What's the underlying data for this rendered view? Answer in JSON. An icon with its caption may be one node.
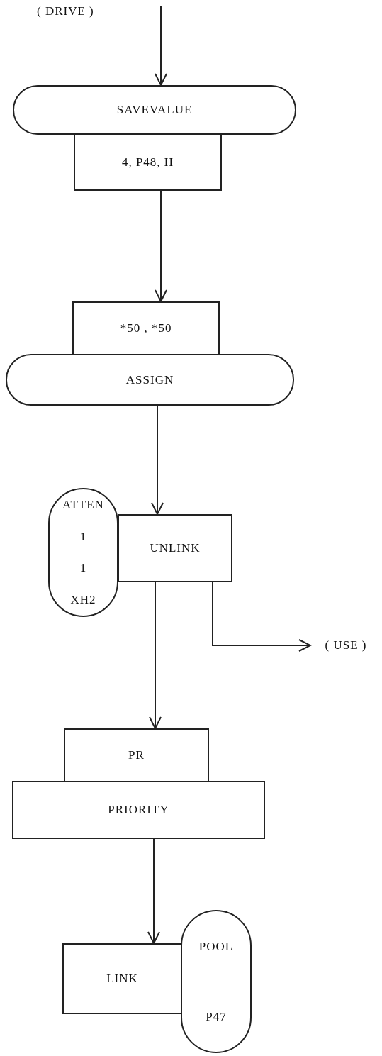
{
  "diagram": {
    "nodes": [
      {
        "text": [
          "SAVEVALUE"
        ]
      },
      {
        "text": [
          "4, P48, H"
        ]
      },
      {
        "text": [
          "*50 , *50"
        ]
      },
      {
        "text": [
          "ASSIGN"
        ]
      },
      {
        "text": [
          "ATTEN",
          "1",
          "1",
          "XH2"
        ]
      },
      {
        "text": [
          "UNLINK"
        ]
      },
      {
        "text": [
          "( USE )"
        ]
      },
      {
        "text": [
          "PR"
        ]
      },
      {
        "text": [
          "PRIORITY"
        ]
      },
      {
        "text": [
          "LINK"
        ]
      },
      {
        "text": [
          "POOL",
          "P47"
        ]
      }
    ],
    "edges": [
      {
        "from": null,
        "to": 0,
        "arrow": "to"
      },
      {
        "from": 1,
        "to": 2,
        "arrow": "to"
      },
      {
        "from": 3,
        "to": 5,
        "arrow": "to"
      },
      {
        "from": 5,
        "to": 6,
        "arrow": "to"
      },
      {
        "from": 5,
        "to": 7,
        "arrow": "to"
      },
      {
        "from": 8,
        "to": 9,
        "arrow": "to"
      }
    ],
    "labels": [
      "( DRIVE )"
    ]
  }
}
